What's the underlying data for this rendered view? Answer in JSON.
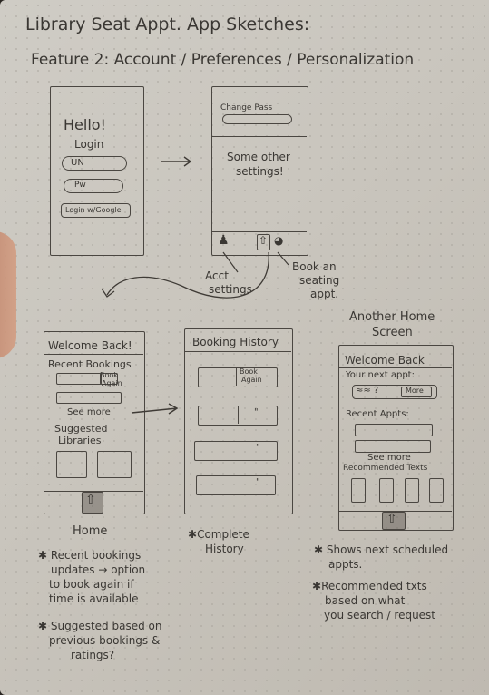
{
  "title": "Library Seat Appt. App Sketches:",
  "subtitle": "Feature 2: Account / Preferences / Personalization",
  "screen1": {
    "hello": "Hello!",
    "login": "Login",
    "un": "UN",
    "pw": "Pw",
    "google": "Login w/Google"
  },
  "screen2": {
    "change_pass": "Change Pass",
    "other_settings_1": "Some other",
    "other_settings_2": "settings!"
  },
  "screen2_notes": {
    "acct_1": "Acct",
    "acct_2": "settings",
    "book_1": "Book an",
    "book_2": "seating",
    "book_3": "appt."
  },
  "home": {
    "welcome": "Welcome Back!",
    "recent": "Recent Bookings",
    "book_again_1": "Book",
    "book_again_2": "Again",
    "see_more": "See more",
    "suggested_1": "Suggested",
    "suggested_2": "Libraries",
    "caption": "Home"
  },
  "history": {
    "title": "Booking History",
    "book_1": "Book",
    "book_2": "Again",
    "ditto": "\""
  },
  "home2": {
    "heading_1": "Another Home",
    "heading_2": "Screen",
    "welcome": "Welcome Back",
    "next_appt": "Your next appt:",
    "more": "More",
    "recent": "Recent Appts:",
    "see_more": "See more",
    "recommended": "Recommended Texts"
  },
  "notes": {
    "home_1a": "Recent bookings",
    "home_1b": "updates → option",
    "home_1c": "to book again if",
    "home_1d": "time is available",
    "home_2a": "Suggested based on",
    "home_2b": "previous bookings &",
    "home_2c": "ratings?",
    "history_1a": "Complete",
    "history_1b": "History",
    "home2_1a": "Shows next scheduled",
    "home2_1b": "appts.",
    "home2_2a": "Recommended txts",
    "home2_2b": "based on what",
    "home2_2c": "you search / request"
  }
}
